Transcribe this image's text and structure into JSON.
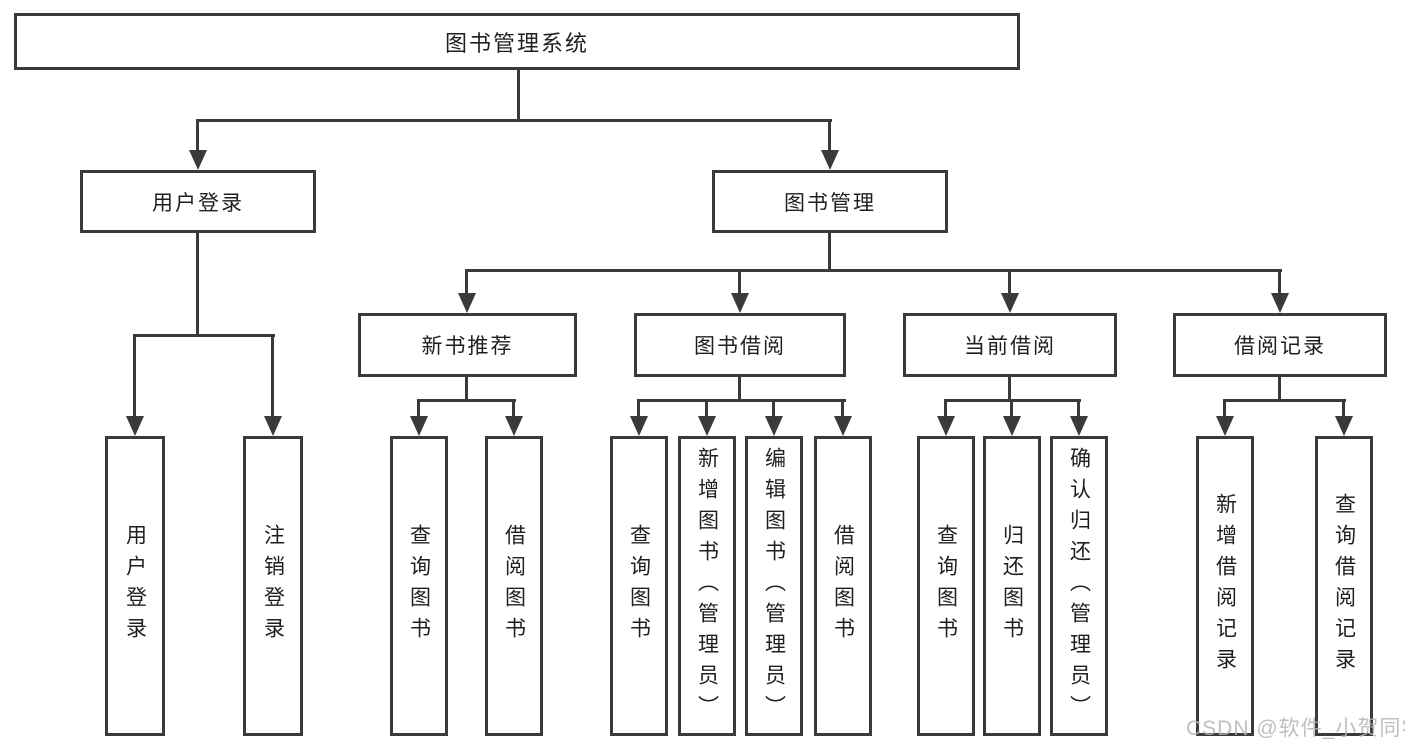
{
  "colors": {
    "line": "#3a3a3a",
    "text": "#1f1f1f",
    "watermark": "#b4b4b4",
    "background": "#ffffff"
  },
  "diagram": {
    "root": {
      "label": "图书管理系统"
    },
    "level2": {
      "user_login": {
        "label": "用户登录"
      },
      "book_management": {
        "label": "图书管理"
      }
    },
    "level3": {
      "new_book_recommend": {
        "label": "新书推荐"
      },
      "book_borrow": {
        "label": "图书借阅"
      },
      "current_borrow": {
        "label": "当前借阅"
      },
      "borrow_records": {
        "label": "借阅记录"
      }
    },
    "leaves": {
      "user_login": [
        "用户登录",
        "注销登录"
      ],
      "new_book_recommend": [
        "查询图书",
        "借阅图书"
      ],
      "book_borrow": [
        "查询图书",
        "新增图书（管理员）",
        "编辑图书（管理员）",
        "借阅图书"
      ],
      "current_borrow": [
        "查询图书",
        "归还图书",
        "确认归还（管理员）"
      ],
      "borrow_records": [
        "新增借阅记录",
        "查询借阅记录"
      ]
    }
  },
  "watermark": {
    "text": "CSDN @软件_小贺同学"
  }
}
